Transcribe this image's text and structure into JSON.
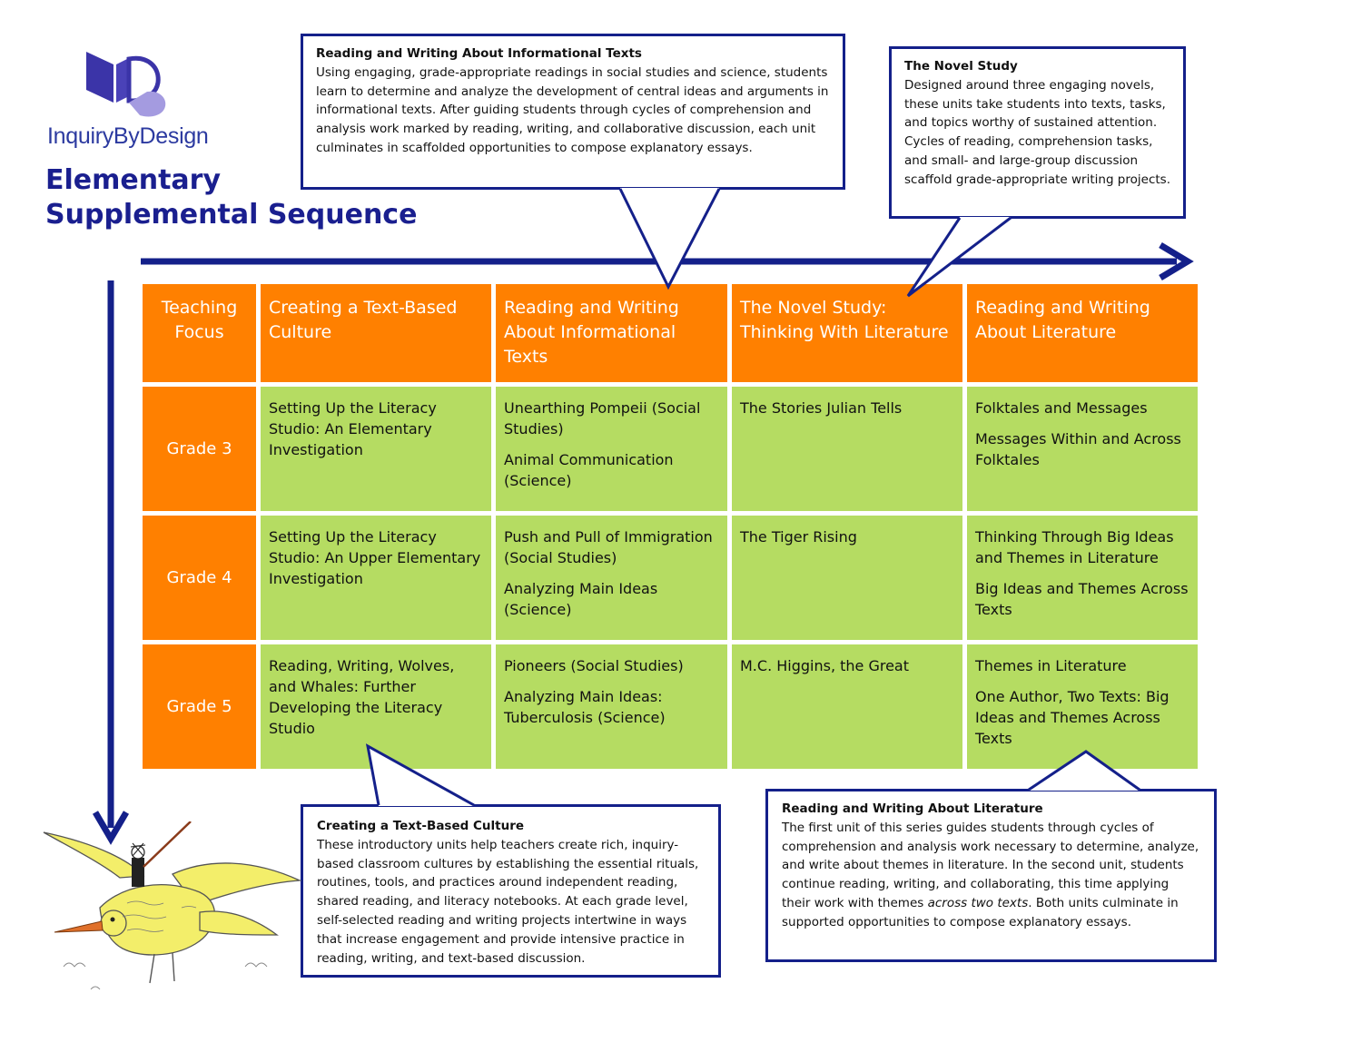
{
  "logo": {
    "name": "InquiryByDesign"
  },
  "title": {
    "line1": "Elementary",
    "line2": "Supplemental Sequence"
  },
  "callouts": {
    "info": {
      "title": "Reading and Writing About Informational Texts",
      "body": "Using engaging, grade-appropriate readings in social studies and science, students learn to determine and analyze the development of central ideas and arguments in informational texts. After guiding students through cycles of comprehension and analysis work marked by reading, writing, and collaborative discussion, each unit culminates in scaffolded opportunities to compose explanatory essays."
    },
    "novel": {
      "title": "The Novel Study",
      "body": "Designed around three engaging novels, these units take students into texts, tasks, and topics worthy of sustained attention. Cycles of reading, comprehension tasks, and small- and large-group discussion scaffold grade-appropriate writing projects."
    },
    "culture": {
      "title": "Creating a Text-Based Culture",
      "body": "These introductory units help teachers create rich, inquiry-based classroom cultures by establishing the essential rituals, routines, tools, and practices around independent reading, shared reading, and literacy notebooks. At each grade level, self-selected reading and writing projects intertwine in ways that increase engagement and provide intensive practice in reading, writing, and text-based discussion."
    },
    "lit": {
      "title": "Reading and Writing About Literature",
      "body_before": "The first unit of this series guides students through cycles of comprehension and analysis work necessary to determine, analyze, and write about themes in literature. In the second unit, students continue reading, writing, and collaborating, this time applying their work with themes ",
      "body_em": "across two texts",
      "body_after": ". Both units culminate in supported opportunities to compose explanatory essays."
    }
  },
  "table": {
    "headers": [
      "Teaching Focus",
      "Creating a Text-Based Culture",
      "Reading and Writing About Informational Texts",
      "The Novel Study: Thinking With Literature",
      "Reading and Writing About Literature"
    ],
    "rows": [
      {
        "grade": "Grade 3",
        "culture": [
          "Setting Up the Literacy Studio: An Elementary Investigation"
        ],
        "info": [
          "Unearthing Pompeii (Social Studies)",
          "Animal Communication (Science)"
        ],
        "novel": [
          "The Stories Julian Tells"
        ],
        "lit": [
          "Folktales and Messages",
          "Messages Within and Across Folktales"
        ]
      },
      {
        "grade": "Grade 4",
        "culture": [
          "Setting Up the Literacy Studio: An Upper Elementary Investigation"
        ],
        "info": [
          "Push and Pull of Immigration (Social Studies)",
          "Analyzing Main Ideas (Science)"
        ],
        "novel": [
          "The Tiger Rising"
        ],
        "lit": [
          "Thinking Through Big Ideas and Themes in Literature",
          "Big Ideas and Themes Across Texts"
        ]
      },
      {
        "grade": "Grade 5",
        "culture": [
          "Reading, Writing, Wolves, and Whales: Further Developing the Literacy Studio"
        ],
        "info": [
          "Pioneers (Social Studies)",
          "Analyzing Main Ideas: Tuberculosis (Science)"
        ],
        "novel": [
          "M.C. Higgins, the Great"
        ],
        "lit": [
          "Themes in Literature",
          "One Author, Two Texts: Big Ideas and Themes Across Texts"
        ]
      }
    ]
  },
  "colors": {
    "navy": "#14208a",
    "orange": "#ff8000",
    "green": "#b5dc62",
    "logo_purple": "#3b34a8",
    "logo_lavender": "#a49be0"
  }
}
